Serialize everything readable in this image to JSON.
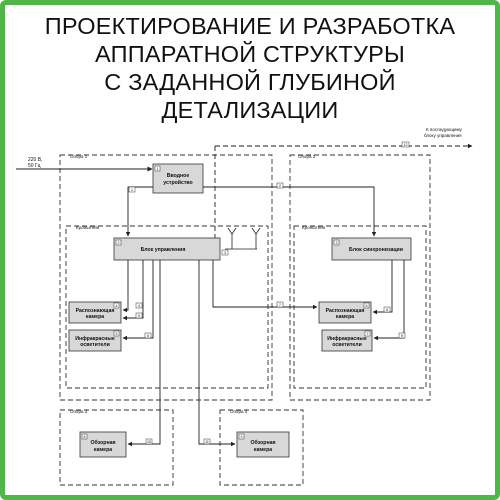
{
  "title": {
    "line1": "ПРОЕКТИРОВАНИЕ И РАЗРАБОТКА",
    "line2": "АППАРАТНОЙ СТРУКТУРЫ",
    "line3": "С ЗАДАННОЙ ГЛУБИНОЙ",
    "line4": "ДЕТАЛИЗАЦИИ"
  },
  "colors": {
    "border": "#4db848",
    "block_fill": "#d8d8d8",
    "line": "#222222"
  },
  "power": {
    "line1": "220 В,",
    "line2": "50 Гц"
  },
  "next_controller": {
    "line1": "К последующему",
    "line2": "блоку управления"
  },
  "groups": {
    "support1": "Опора 1",
    "support2": "Опора 2",
    "support3": "Опора 3",
    "support4": "Опора 4",
    "bracket1": "Кронштейн",
    "bracket2": "Кронштейн"
  },
  "blocks": {
    "input_device": {
      "line1": "Вводное",
      "line2": "устройство"
    },
    "control_unit": "Блок управления",
    "sync_unit": "Блок синхронизации",
    "rec_camera_1": {
      "line1": "Распознающая",
      "line2": "камера"
    },
    "ir_lights_1": {
      "line1": "Инфракрасные",
      "line2": "осветители"
    },
    "rec_camera_2": {
      "line1": "Распознающая",
      "line2": "камера"
    },
    "ir_lights_2": {
      "line1": "Инфракрасные",
      "line2": "осветители"
    },
    "overview_camera_1": {
      "line1": "Обзорная",
      "line2": "камера"
    },
    "overview_camera_2": {
      "line1": "Обзорная",
      "line2": "камера"
    }
  },
  "markers": {
    "input_device": "1",
    "control_unit": "2",
    "sync_unit": "3",
    "rec_camera_1": "4",
    "ir_lights_1": "5",
    "rec_camera_2": "6",
    "ir_lights_2": "7",
    "overview_camera_1": "8",
    "overview_camera_2": "9"
  },
  "cables": {
    "c1": "1",
    "c2": "2",
    "c3": "3",
    "c4": "4",
    "c5": "5",
    "c6": "6",
    "c7": "7",
    "c8": "8",
    "c9": "9",
    "c10": "10",
    "c11": "11",
    "c12": "12"
  }
}
